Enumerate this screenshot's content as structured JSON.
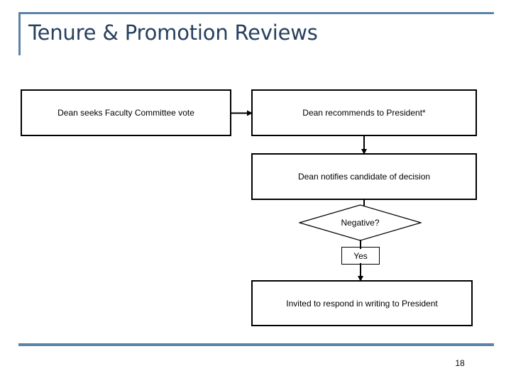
{
  "slide": {
    "title": "Tenure & Promotion Reviews",
    "page_number": "18",
    "accent_color": "#5b82a8",
    "title_color": "#27405f",
    "shape_stroke_color": "#000000",
    "background_color": "#ffffff"
  },
  "flowchart": {
    "nodes": [
      {
        "id": "committee-vote",
        "shape": "process",
        "label": "Dean seeks Faculty Committee vote"
      },
      {
        "id": "recommends",
        "shape": "process",
        "label": "Dean recommends to President*"
      },
      {
        "id": "notifies",
        "shape": "process",
        "label": "Dean notifies candidate of decision"
      },
      {
        "id": "negative",
        "shape": "decision",
        "label": "Negative?"
      },
      {
        "id": "yes",
        "shape": "process",
        "label": "Yes"
      },
      {
        "id": "invited",
        "shape": "process",
        "label": "Invited to respond in writing to President"
      }
    ],
    "connectors": [
      {
        "id": "conn-h1",
        "from": "committee-vote",
        "to": "recommends",
        "direction": "right"
      },
      {
        "id": "conn-v1",
        "from": "recommends",
        "to": "notifies",
        "direction": "down"
      },
      {
        "id": "conn-v2",
        "from": "notifies",
        "to": "negative",
        "direction": "down"
      },
      {
        "id": "conn-v3",
        "from": "negative",
        "to": "yes",
        "direction": "down"
      },
      {
        "id": "conn-v4",
        "from": "yes",
        "to": "invited",
        "direction": "down"
      }
    ]
  }
}
